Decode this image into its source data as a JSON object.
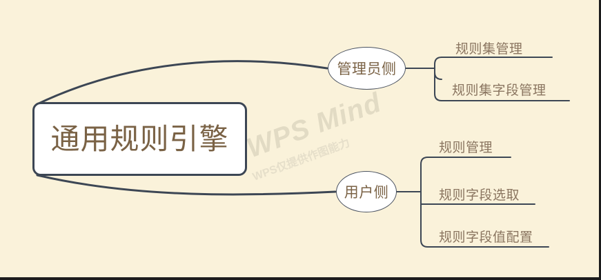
{
  "canvas": {
    "background_color": "#faf2da",
    "border_color": "#1c1c1c"
  },
  "watermark": {
    "main_text": "WPS Mind",
    "sub_text": "WPS仅提供作图能力",
    "color": "#e2dbc4"
  },
  "mindmap": {
    "root": {
      "label": "通用规则引擎",
      "text_color": "#7a6245",
      "fill_color": "#ffffff",
      "border_color": "#3c4654"
    },
    "branches": [
      {
        "label": "管理员侧",
        "children": [
          {
            "label": "规则集管理"
          },
          {
            "label": "规则集字段管理"
          }
        ]
      },
      {
        "label": "用户侧",
        "children": [
          {
            "label": "规则管理"
          },
          {
            "label": "规则字段选取"
          },
          {
            "label": "规则字段值配置"
          }
        ]
      }
    ],
    "connector_color": "#4a5260",
    "leaf_text_color": "#8a7560"
  }
}
